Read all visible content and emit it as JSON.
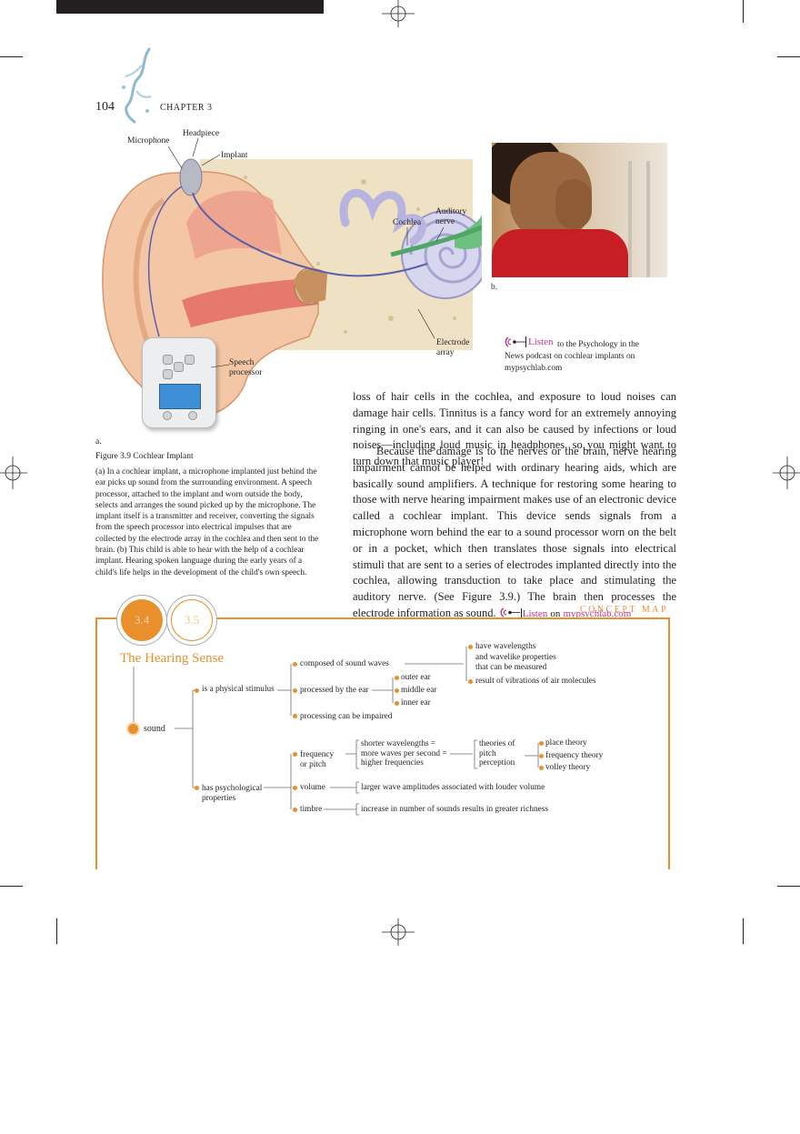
{
  "header": {
    "page_number": "104",
    "chapter": "CHAPTER 3"
  },
  "figure": {
    "labels": {
      "headpiece": "Headpiece",
      "microphone": "Microphone",
      "implant": "Implant",
      "auditory_nerve": "Auditory nerve",
      "cochlea": "Cochlea",
      "electrode_array": "Electrode array",
      "speech_processor": "Speech processor",
      "a": "a.",
      "b": "b."
    },
    "caption_title": "Figure 3.9  Cochlear Implant",
    "caption_body": "(a) In a cochlear implant, a microphone implanted just behind the ear picks up sound from the surrounding environment. A speech processor, attached to the implant and worn outside the body, selects and arranges the sound picked up by the microphone. The implant itself is a transmitter and receiver, converting the signals from the speech processor into electrical impulses that are collected by the electrode array in the cochlea and then sent to the brain. (b) This child is able to hear with the help of a cochlear implant. Hearing spoken language during the early years of a child's life helps in the development of the child's own speech."
  },
  "sidebar_note": {
    "listen": "Listen",
    "text": "to the Psychology in the News podcast on cochlear implants on mypsychlab.com"
  },
  "body": {
    "p1": "loss of hair cells in the cochlea, and exposure to loud noises can damage hair cells. Tinnitus is a fancy word for an extremely annoying ringing in one's ears, and it can also be caused by infections or loud noises—including loud music in headphones, so you might want to turn down that music player!",
    "p2": "Because the damage is to the nerves or the brain, nerve hearing impairment cannot be helped with ordinary hearing aids, which are basically sound amplifiers. A technique for restoring some hearing to those with nerve hearing impairment makes use of an electronic device called a cochlear implant. This device sends signals from a microphone worn behind the ear to a sound processor worn on the belt or in a pocket, which then translates those signals into electrical stimuli that are sent to a series of electrodes implanted directly into the cochlea, allowing transduction to take place and stimulating the auditory nerve. (See Figure 3.9.) The brain then processes the electrode information as sound.",
    "listen": "Listen",
    "on": "on",
    "site": "mypsychlab.com"
  },
  "concept_map": {
    "header": "CONCEPT MAP",
    "tab1": "3.4",
    "tab2": "3.5",
    "title": "The Hearing Sense",
    "root": "sound",
    "n_physical": "is a physical stimulus",
    "n_psych": "has psychological properties",
    "n_composed": "composed of sound waves",
    "n_processed": "processed by the ear",
    "n_impaired": "processing can be impaired",
    "n_wavelengths": "have wavelengths",
    "n_wavelike": "and wavelike properties that can be measured",
    "n_vibrations": "result of vibrations of air molecules",
    "n_outer": "outer ear",
    "n_middle": "middle ear",
    "n_inner": "inner ear",
    "n_frequency": "frequency or pitch",
    "n_shorter": "shorter wavelengths = more waves per second = higher frequencies",
    "n_theories": "theories of pitch perception",
    "n_place": "place theory",
    "n_freqtheory": "frequency theory",
    "n_volley": "volley theory",
    "n_volume": "volume",
    "n_larger": "larger wave amplitudes associated with louder volume",
    "n_timbre": "timbre",
    "n_increase": "increase in number of sounds results in greater richness"
  },
  "colors": {
    "accent": "#e8902c",
    "link": "#c0338c",
    "ear": "#f3c7a6"
  }
}
